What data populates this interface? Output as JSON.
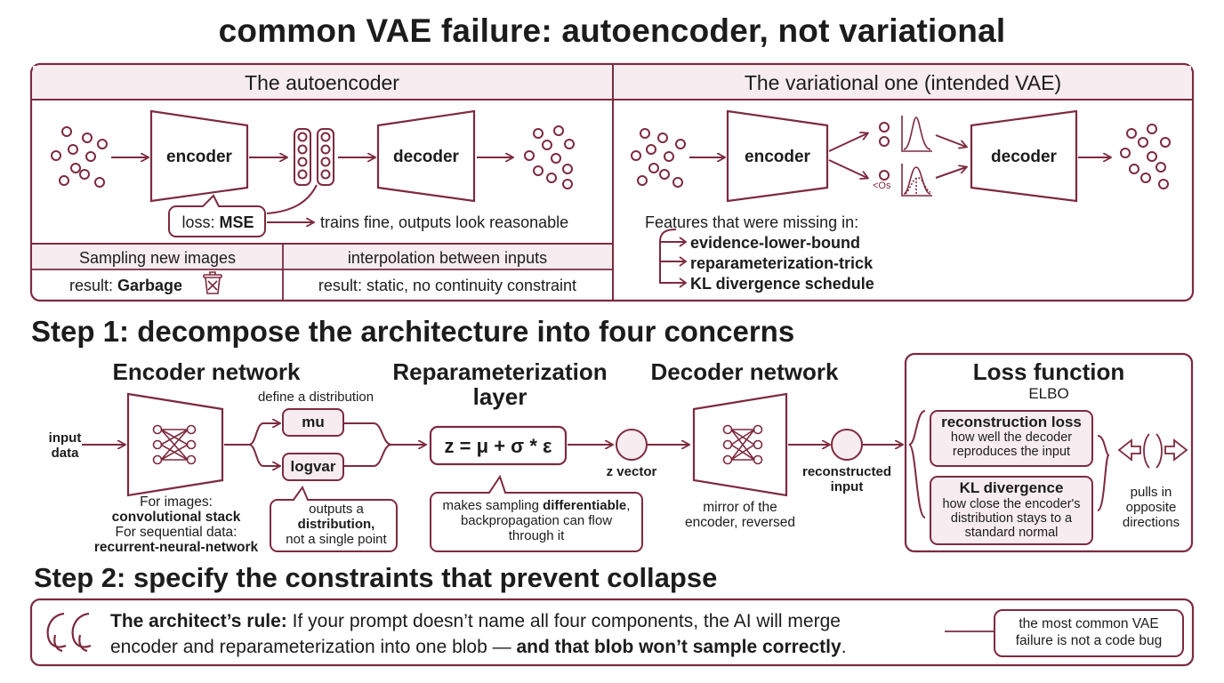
{
  "title": "common VAE failure: autoencoder, not variational",
  "top": {
    "left_panel": {
      "title": "The autoencoder",
      "encoder_label": "encoder",
      "decoder_label": "decoder",
      "loss_prefix": "loss: ",
      "loss_value": "MSE",
      "trains_note": "trains fine, outputs look reasonable",
      "sampling_header": "Sampling new images",
      "sampling_result_prefix": "result: ",
      "sampling_result_value": "Garbage",
      "interp_header": "interpolation between inputs",
      "interp_result": "result: static, no continuity constraint"
    },
    "right_panel": {
      "title": "The variational one (intended VAE)",
      "encoder_label": "encoder",
      "decoder_label": "decoder",
      "sigma_glyph": "<Os",
      "missing_intro": "Features that were missing in:",
      "missing_items": [
        "evidence-lower-bound",
        "reparameterization-trick",
        "KL divergence schedule"
      ]
    }
  },
  "step1": {
    "title": "Step 1: decompose the architecture into four concerns",
    "encoder": {
      "heading": "Encoder network",
      "input_label_1": "input",
      "input_label_2": "data",
      "note_1": "For images:",
      "note_2": "convolutional stack",
      "note_3": "For sequential data:",
      "note_4": "recurrent-neural-network",
      "define_dist": "define a distribution",
      "mu": "mu",
      "logvar": "logvar",
      "callout_1": "outputs a",
      "callout_2": "distribution,",
      "callout_3": "not a single point"
    },
    "reparam": {
      "heading_1": "Reparameterization",
      "heading_2": "layer",
      "formula": "z = μ + σ * ε",
      "z_label": "z vector",
      "callout_1a": "makes sampling ",
      "callout_1b": "differentiable",
      "callout_1c": ",",
      "callout_2": "backpropagation can flow",
      "callout_3": "through it"
    },
    "decoder": {
      "heading": "Decoder network",
      "note_1": "mirror of the",
      "note_2": "encoder, reversed",
      "recon_1": "reconstructed",
      "recon_2": "input"
    },
    "loss": {
      "heading": "Loss function",
      "subheading": "ELBO",
      "recon_title": "reconstruction loss",
      "recon_1": "how well the decoder",
      "recon_2": "reproduces the input",
      "kl_title": "KL divergence",
      "kl_1": "how close the encoder's",
      "kl_2": "distribution stays to a",
      "kl_3": "standard normal",
      "pulls_1": "pulls in",
      "pulls_2": "opposite",
      "pulls_3": "directions"
    }
  },
  "step2": {
    "title": "Step 2: specify the constraints that prevent collapse",
    "quote_mark": "“",
    "rule_label": "The architect’s rule:",
    "rule_text_1": " If your prompt doesn’t name all four components, the AI will merge",
    "rule_text_2": "encoder and reparameterization into one blob — ",
    "rule_text_bold": "and that blob won’t sample correctly",
    "rule_text_end": ".",
    "side_note_1": "the most common VAE",
    "side_note_2": "failure is not a code bug"
  },
  "colors": {
    "accent": "#7d2a3f",
    "header_fill": "#f7ecef",
    "text": "#1c1c1c"
  },
  "icons": [
    "trash-icon",
    "gaussian-curve-icon",
    "neural-net-icon",
    "arrow-left-icon",
    "arrow-right-icon",
    "quote-icon"
  ]
}
